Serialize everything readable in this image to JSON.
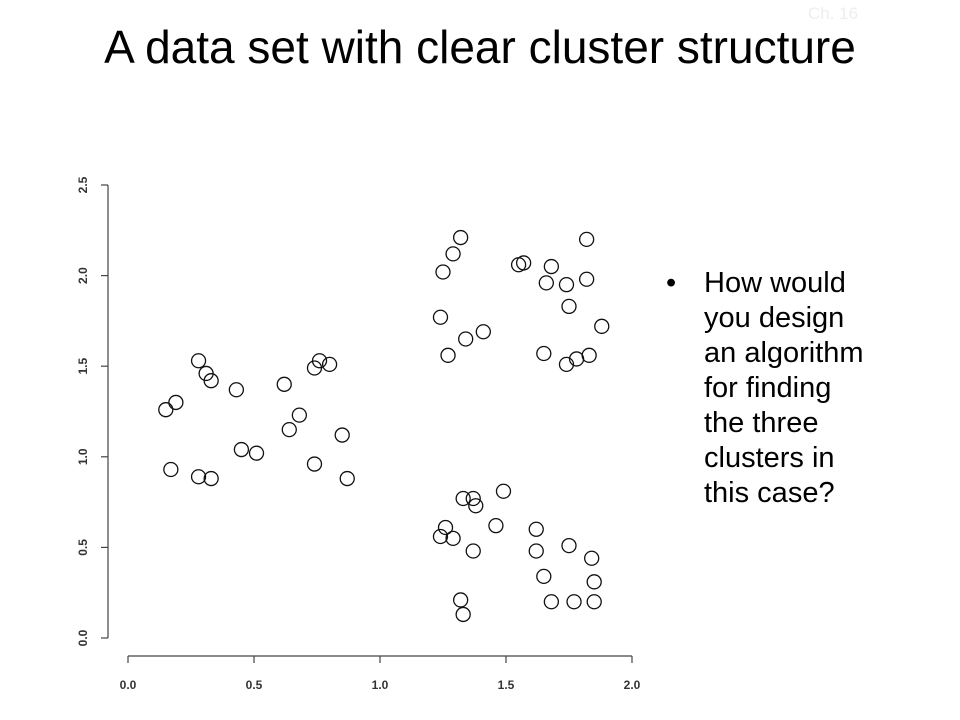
{
  "slide": {
    "number": "Ch. 16",
    "title": "A data set with clear cluster structure",
    "bullet_symbol": "•",
    "bullet_text": "How would you design an algorithm for finding the three clusters in this case?"
  },
  "chart_data": {
    "type": "scatter",
    "title": "",
    "xlabel": "",
    "ylabel": "",
    "xlim": [
      0.0,
      2.0
    ],
    "ylim": [
      0.0,
      2.5
    ],
    "x_ticks": [
      "0.0",
      "0.5",
      "1.0",
      "1.5",
      "2.0"
    ],
    "y_ticks": [
      "0.0",
      "0.5",
      "1.0",
      "1.5",
      "2.0",
      "2.5"
    ],
    "grid": false,
    "marker": "open-circle",
    "points": [
      {
        "x": 0.15,
        "y": 1.26
      },
      {
        "x": 0.19,
        "y": 1.3
      },
      {
        "x": 0.17,
        "y": 0.93
      },
      {
        "x": 0.28,
        "y": 1.53
      },
      {
        "x": 0.31,
        "y": 1.46
      },
      {
        "x": 0.33,
        "y": 1.42
      },
      {
        "x": 0.28,
        "y": 0.89
      },
      {
        "x": 0.33,
        "y": 0.88
      },
      {
        "x": 0.43,
        "y": 1.37
      },
      {
        "x": 0.45,
        "y": 1.04
      },
      {
        "x": 0.51,
        "y": 1.02
      },
      {
        "x": 0.62,
        "y": 1.4
      },
      {
        "x": 0.64,
        "y": 1.15
      },
      {
        "x": 0.68,
        "y": 1.23
      },
      {
        "x": 0.74,
        "y": 1.49
      },
      {
        "x": 0.76,
        "y": 1.53
      },
      {
        "x": 0.8,
        "y": 1.51
      },
      {
        "x": 0.74,
        "y": 0.96
      },
      {
        "x": 0.85,
        "y": 1.12
      },
      {
        "x": 0.87,
        "y": 0.88
      },
      {
        "x": 1.32,
        "y": 2.21
      },
      {
        "x": 1.29,
        "y": 2.12
      },
      {
        "x": 1.25,
        "y": 2.02
      },
      {
        "x": 1.24,
        "y": 1.77
      },
      {
        "x": 1.27,
        "y": 1.56
      },
      {
        "x": 1.34,
        "y": 1.65
      },
      {
        "x": 1.41,
        "y": 1.69
      },
      {
        "x": 1.55,
        "y": 2.06
      },
      {
        "x": 1.57,
        "y": 2.07
      },
      {
        "x": 1.68,
        "y": 2.05
      },
      {
        "x": 1.66,
        "y": 1.96
      },
      {
        "x": 1.74,
        "y": 1.95
      },
      {
        "x": 1.82,
        "y": 2.2
      },
      {
        "x": 1.82,
        "y": 1.98
      },
      {
        "x": 1.75,
        "y": 1.83
      },
      {
        "x": 1.88,
        "y": 1.72
      },
      {
        "x": 1.65,
        "y": 1.57
      },
      {
        "x": 1.74,
        "y": 1.51
      },
      {
        "x": 1.78,
        "y": 1.54
      },
      {
        "x": 1.83,
        "y": 1.56
      },
      {
        "x": 1.33,
        "y": 0.77
      },
      {
        "x": 1.37,
        "y": 0.77
      },
      {
        "x": 1.38,
        "y": 0.73
      },
      {
        "x": 1.49,
        "y": 0.81
      },
      {
        "x": 1.26,
        "y": 0.61
      },
      {
        "x": 1.24,
        "y": 0.56
      },
      {
        "x": 1.29,
        "y": 0.55
      },
      {
        "x": 1.46,
        "y": 0.62
      },
      {
        "x": 1.37,
        "y": 0.48
      },
      {
        "x": 1.62,
        "y": 0.6
      },
      {
        "x": 1.62,
        "y": 0.48
      },
      {
        "x": 1.75,
        "y": 0.51
      },
      {
        "x": 1.84,
        "y": 0.44
      },
      {
        "x": 1.65,
        "y": 0.34
      },
      {
        "x": 1.85,
        "y": 0.31
      },
      {
        "x": 1.68,
        "y": 0.2
      },
      {
        "x": 1.77,
        "y": 0.2
      },
      {
        "x": 1.85,
        "y": 0.2
      },
      {
        "x": 1.32,
        "y": 0.21
      },
      {
        "x": 1.33,
        "y": 0.13
      }
    ]
  }
}
